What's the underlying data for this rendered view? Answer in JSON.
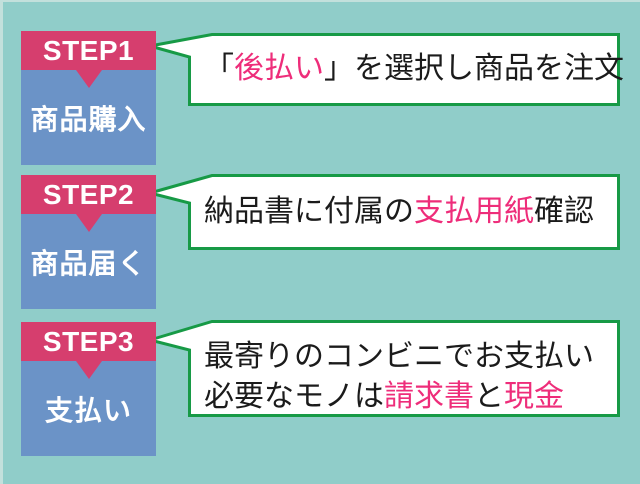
{
  "colors": {
    "background": "#90CDC9",
    "frame_edge": "#C3E0DC",
    "step_header_pink": "#D63E6E",
    "step_body_blue": "#6B93C7",
    "bubble_border_green": "#179A46",
    "bubble_background": "#FFFFFF",
    "highlight_pink": "#EE2D7A",
    "text_black": "#1B1B1B",
    "text_white": "#FFFFFF"
  },
  "steps": [
    {
      "label": "STEP1",
      "name": "商品購入",
      "bubble": {
        "lines": [
          [
            {
              "text": "「",
              "color": "black"
            },
            {
              "text": "後払い",
              "color": "pink"
            },
            {
              "text": "」を選択し商品を注文",
              "color": "black"
            }
          ]
        ]
      }
    },
    {
      "label": "STEP2",
      "name": "商品届く",
      "bubble": {
        "lines": [
          [
            {
              "text": "納品書に付属の",
              "color": "black"
            },
            {
              "text": "支払用紙",
              "color": "pink"
            },
            {
              "text": "確認",
              "color": "black"
            }
          ]
        ]
      }
    },
    {
      "label": "STEP3",
      "name": "支払い",
      "bubble": {
        "lines": [
          [
            {
              "text": "最寄りのコンビニでお支払い",
              "color": "black"
            }
          ],
          [
            {
              "text": "必要なモノは",
              "color": "black"
            },
            {
              "text": "請求書",
              "color": "pink"
            },
            {
              "text": "と",
              "color": "black"
            },
            {
              "text": "現金",
              "color": "pink"
            }
          ]
        ]
      }
    }
  ]
}
